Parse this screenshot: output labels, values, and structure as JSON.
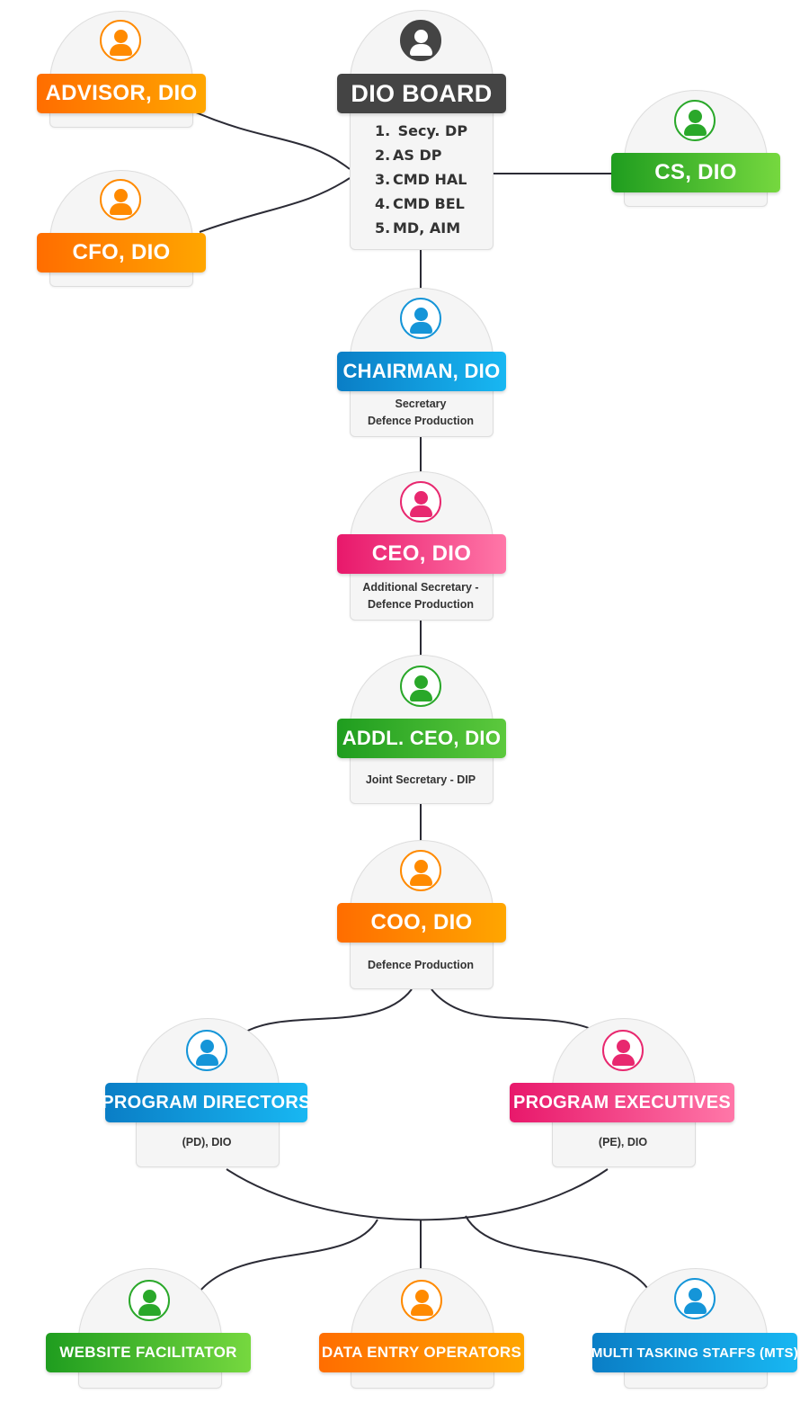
{
  "nodes": {
    "advisor": {
      "title": "ADVISOR, DIO"
    },
    "cfo": {
      "title": "CFO, DIO"
    },
    "board": {
      "title": "DIO BOARD",
      "members": [
        {
          "num": "1.",
          "name": "Secy. DP"
        },
        {
          "num": "2.",
          "name": "AS DP"
        },
        {
          "num": "3.",
          "name": "CMD HAL"
        },
        {
          "num": "4.",
          "name": "CMD BEL"
        },
        {
          "num": "5.",
          "name": "MD, AIM"
        }
      ]
    },
    "cs": {
      "title": "CS, DIO"
    },
    "chairman": {
      "title": "CHAIRMAN, DIO",
      "sub1": "Secretary",
      "sub2": "Defence Production"
    },
    "ceo": {
      "title": "CEO, DIO",
      "sub1": "Additional Secretary -",
      "sub2": "Defence Production"
    },
    "addl_ceo": {
      "title": "ADDL. CEO, DIO",
      "sub1": "Joint Secretary - DIP"
    },
    "coo": {
      "title": "COO, DIO",
      "sub1": "Defence Production"
    },
    "pd": {
      "title": "PROGRAM DIRECTORS",
      "sub1": "(PD), DIO"
    },
    "pe": {
      "title": "PROGRAM EXECUTIVES",
      "sub1": "(PE), DIO"
    },
    "wf": {
      "title": "WEBSITE FACILITATOR"
    },
    "deo": {
      "title": "DATA ENTRY OPERATORS"
    },
    "mts": {
      "title": "MULTI TASKING STAFFS (MTS)"
    }
  },
  "colors": {
    "orange": "#ff8a00",
    "dark": "#444444",
    "green": "#2aa82a",
    "blue": "#1595d8",
    "pink": "#e8286f",
    "connector": "#2b2b35"
  },
  "icons": {
    "person": "user-icon"
  }
}
